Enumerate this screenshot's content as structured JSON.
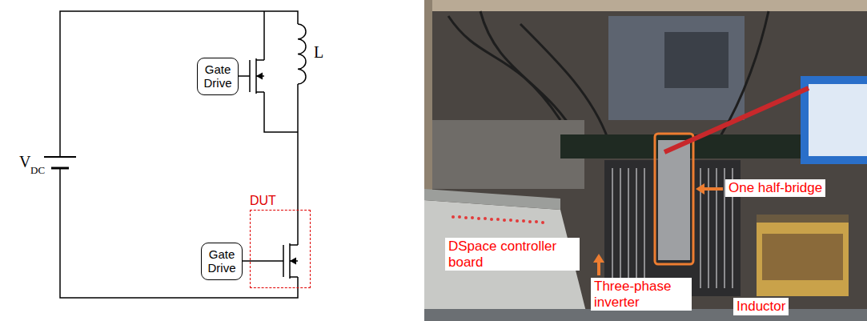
{
  "diagram": {
    "nodes": [
      {
        "text": [
          "Gate Drive"
        ]
      },
      {
        "text": [
          "DUT"
        ]
      },
      {
        "text": [
          "Gate Drive"
        ]
      }
    ],
    "edges": [
      {
        "from": 2,
        "to": 1,
        "arrow": "none"
      }
    ],
    "labels": [
      "L",
      "V",
      "DC",
      "DSpace controller board",
      "Three-phase inverter",
      "One half-bridge",
      "Inductor"
    ]
  }
}
